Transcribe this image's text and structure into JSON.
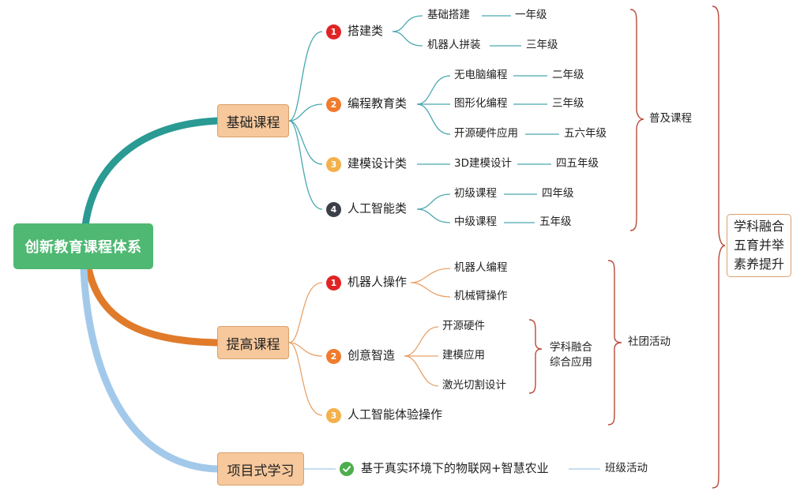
{
  "root": "创新教育课程体系",
  "colors": {
    "teal": "#2a9a93",
    "orange": "#e07b2c",
    "lightblue": "#a3c9ea",
    "leaf_blue": "#5aa9bf",
    "leaf_orange": "#e8a26a",
    "brace_red": "#b84a3a",
    "badge1": "#e02424",
    "badge2": "#f07b2c",
    "badge3": "#f4b04a",
    "badge4": "#3b3f47",
    "check": "#4cae4c"
  },
  "basic": {
    "label": "基础课程",
    "items": [
      {
        "num": "1",
        "label": "搭建类",
        "subs": [
          {
            "name": "基础搭建",
            "grade": "一年级"
          },
          {
            "name": "机器人拼装",
            "grade": "三年级"
          }
        ]
      },
      {
        "num": "2",
        "label": "编程教育类",
        "subs": [
          {
            "name": "无电脑编程",
            "grade": "二年级"
          },
          {
            "name": "图形化编程",
            "grade": "三年级"
          },
          {
            "name": "开源硬件应用",
            "grade": "五六年级"
          }
        ]
      },
      {
        "num": "3",
        "label": "建模设计类",
        "subs": [
          {
            "name": "3D建模设计",
            "grade": "四五年级"
          }
        ]
      },
      {
        "num": "4",
        "label": "人工智能类",
        "subs": [
          {
            "name": "初级课程",
            "grade": "四年级"
          },
          {
            "name": "中级课程",
            "grade": "五年级"
          }
        ]
      }
    ],
    "brace_label": "普及课程"
  },
  "advanced": {
    "label": "提高课程",
    "items": [
      {
        "num": "1",
        "label": "机器人操作",
        "subs": [
          "机器人编程",
          "机械臂操作"
        ]
      },
      {
        "num": "2",
        "label": "创意智造",
        "subs": [
          "开源硬件",
          "建模应用",
          "激光切割设计"
        ]
      },
      {
        "num": "3",
        "label": "人工智能体验操作",
        "subs": []
      }
    ],
    "inner_brace_lines": [
      "学科融合",
      "综合应用"
    ],
    "brace_label": "社团活动"
  },
  "project": {
    "label": "项目式学习",
    "item": "基于真实环境下的物联网+智慧农业",
    "activity": "班级活动"
  },
  "summary": [
    "学科融合",
    "五育并举",
    "素养提升"
  ]
}
